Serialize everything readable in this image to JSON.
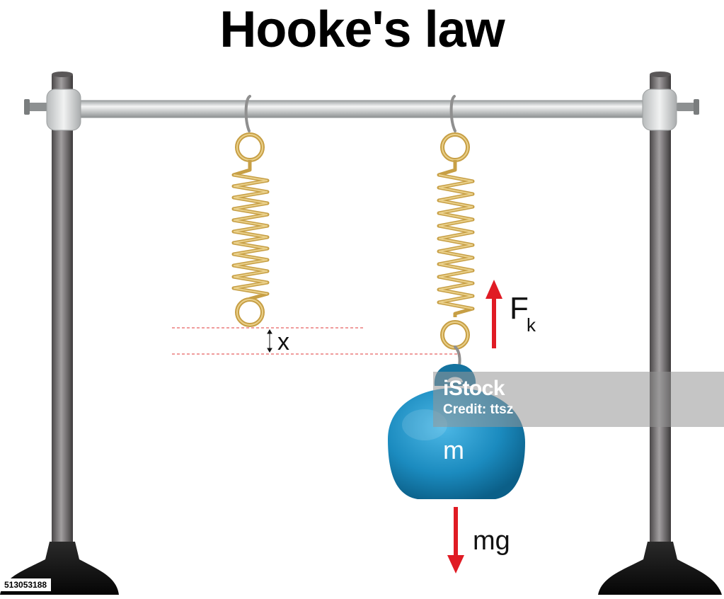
{
  "title": "Hooke's law",
  "labels": {
    "displacement": "x",
    "spring_force": "F",
    "spring_force_subscript": "k",
    "mass": "m",
    "weight": "mg"
  },
  "watermark": {
    "logo": "iStock",
    "credit": "Credit: ttsz",
    "image_id": "513053188"
  },
  "colors": {
    "force_arrow": "#e01b24",
    "mass_body": "#1f8fc4",
    "spring": "#d7b25a",
    "rod": "#c9cccd",
    "stand": "#6d6a6b",
    "base": "#141414",
    "guide_line": "#e23b3b"
  }
}
